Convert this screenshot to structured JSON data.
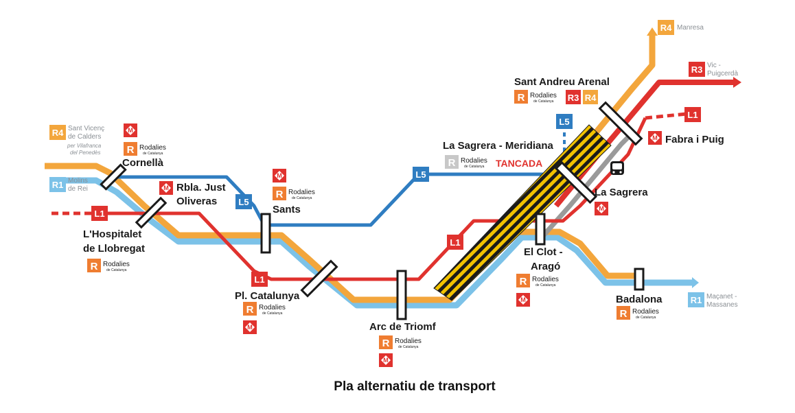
{
  "title": "Pla alternatiu de transport",
  "colors": {
    "R1": "#7cc2e8",
    "R4": "#f3a63c",
    "R3": "#e0322e",
    "L1": "#e0322e",
    "L5": "#2f7dc1",
    "rodalies": "#ef7d31",
    "rodalies_closed": "#c8c8c8",
    "metro": "#e0322e",
    "closed_section": "#f2c200"
  },
  "lines": {
    "L1": "L1",
    "L5": "L5",
    "R1": "R1",
    "R3": "R3",
    "R4": "R4"
  },
  "termini": {
    "r4_west": {
      "line": "R4",
      "text1": "Sant Vicenç",
      "text2": "de Calders",
      "text3": "per Vilafranca",
      "text4": "del Penedès"
    },
    "r1_west": {
      "line": "R1",
      "text1": "Molins",
      "text2": "de Rei"
    },
    "l1_west": {
      "line": "L1"
    },
    "r4_north": {
      "line": "R4",
      "text1": "Manresa"
    },
    "r3_north": {
      "line": "R3",
      "text1": "Vic -",
      "text2": "Puigcerdà"
    },
    "l1_east": {
      "line": "L1"
    },
    "r1_east": {
      "line": "R1",
      "text1": "Maçanet -",
      "text2": "Massanes"
    }
  },
  "stations": {
    "cornella": {
      "name": "Cornellà"
    },
    "rbla_just": {
      "name1": "Rbla. Just",
      "name2": "Oliveras"
    },
    "hospitalet": {
      "name1": "L'Hospitalet",
      "name2": "de Llobregat"
    },
    "sants": {
      "name": "Sants"
    },
    "pl_catalunya": {
      "name": "Pl. Catalunya"
    },
    "arc_triomf": {
      "name": "Arc de Triomf"
    },
    "la_sagrera_meridiana": {
      "name": "La Sagrera - Meridiana",
      "status": "TANCADA"
    },
    "sant_andreu": {
      "name": "Sant Andreu Arenal"
    },
    "fabra_puig": {
      "name": "Fabra i Puig"
    },
    "la_sagrera": {
      "name": "La Sagrera"
    },
    "el_clot": {
      "name1": "El Clot -",
      "name2": "Aragó"
    },
    "badalona": {
      "name": "Badalona"
    }
  },
  "rodalies_logo": {
    "letter": "R",
    "word": "Rodalies",
    "sub": "de Catalunya"
  },
  "metro_logo": {
    "letter": "M"
  }
}
